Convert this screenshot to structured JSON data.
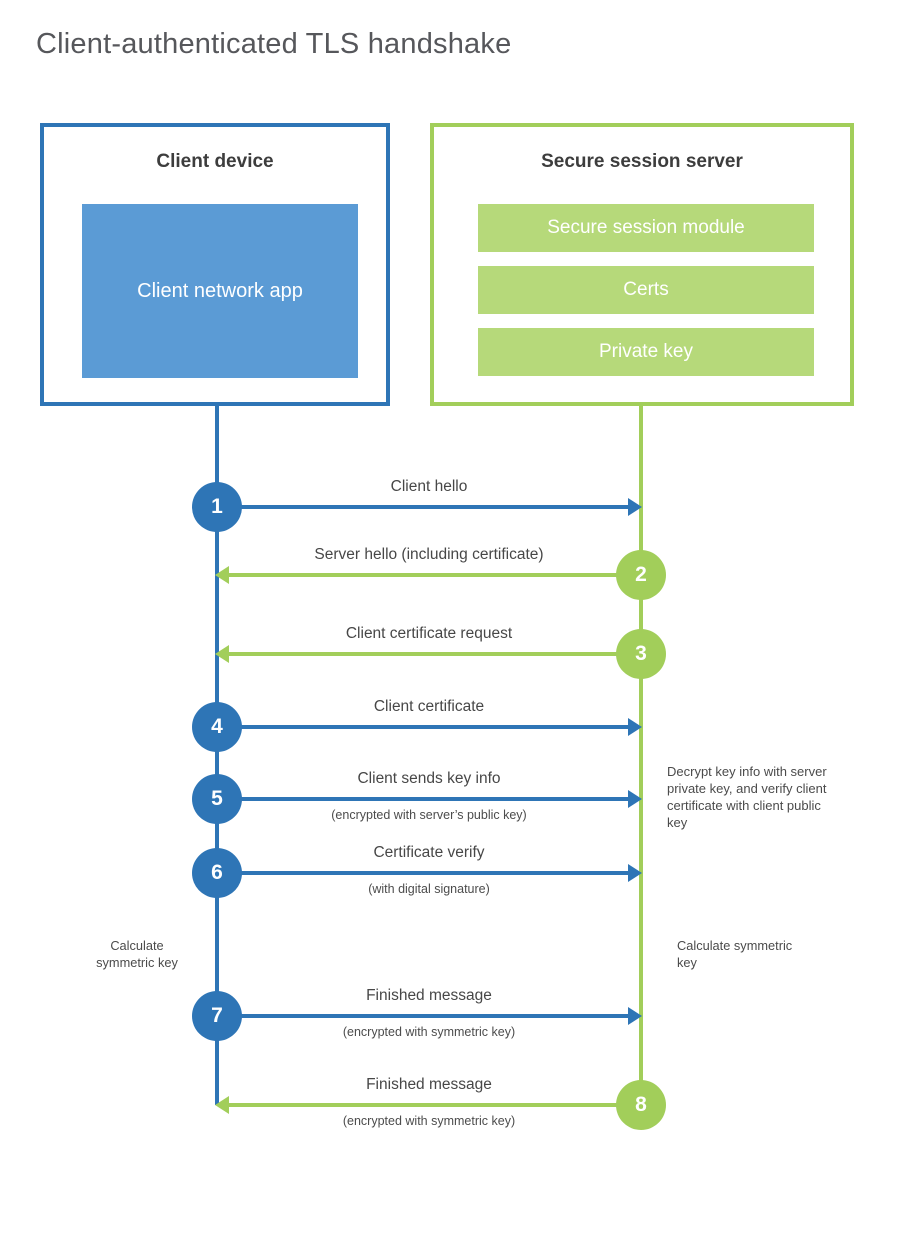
{
  "title": "Client-authenticated TLS handshake",
  "colors": {
    "blue_line": "#2e75b6",
    "blue_fill": "#5b9bd5",
    "green_line": "#a2ce5a",
    "green_fill": "#b6d97a"
  },
  "client": {
    "title": "Client device",
    "app_label": "Client network app"
  },
  "server": {
    "title": "Secure session server",
    "modules": [
      "Secure session module",
      "Certs",
      "Private key"
    ]
  },
  "steps": [
    {
      "num": "1",
      "label": "Client hello",
      "sub": "",
      "from": "client",
      "direction": "right"
    },
    {
      "num": "2",
      "label": "Server hello (including certificate)",
      "sub": "",
      "from": "server",
      "direction": "left"
    },
    {
      "num": "3",
      "label": "Client certificate request",
      "sub": "",
      "from": "server",
      "direction": "left"
    },
    {
      "num": "4",
      "label": "Client certificate",
      "sub": "",
      "from": "client",
      "direction": "right"
    },
    {
      "num": "5",
      "label": "Client sends key info",
      "sub": "(encrypted with server’s public key)",
      "from": "client",
      "direction": "right"
    },
    {
      "num": "6",
      "label": "Certificate verify",
      "sub": "(with digital signature)",
      "from": "client",
      "direction": "right"
    },
    {
      "num": "7",
      "label": "Finished message",
      "sub": "(encrypted with symmetric key)",
      "from": "client",
      "direction": "right"
    },
    {
      "num": "8",
      "label": "Finished message",
      "sub": "(encrypted with symmetric key)",
      "from": "server",
      "direction": "left"
    }
  ],
  "annotations": {
    "decrypt": "Decrypt key info with server private key, and verify client certificate with client public key",
    "calc_left": "Calculate symmetric key",
    "calc_right": "Calculate symmetric key"
  }
}
